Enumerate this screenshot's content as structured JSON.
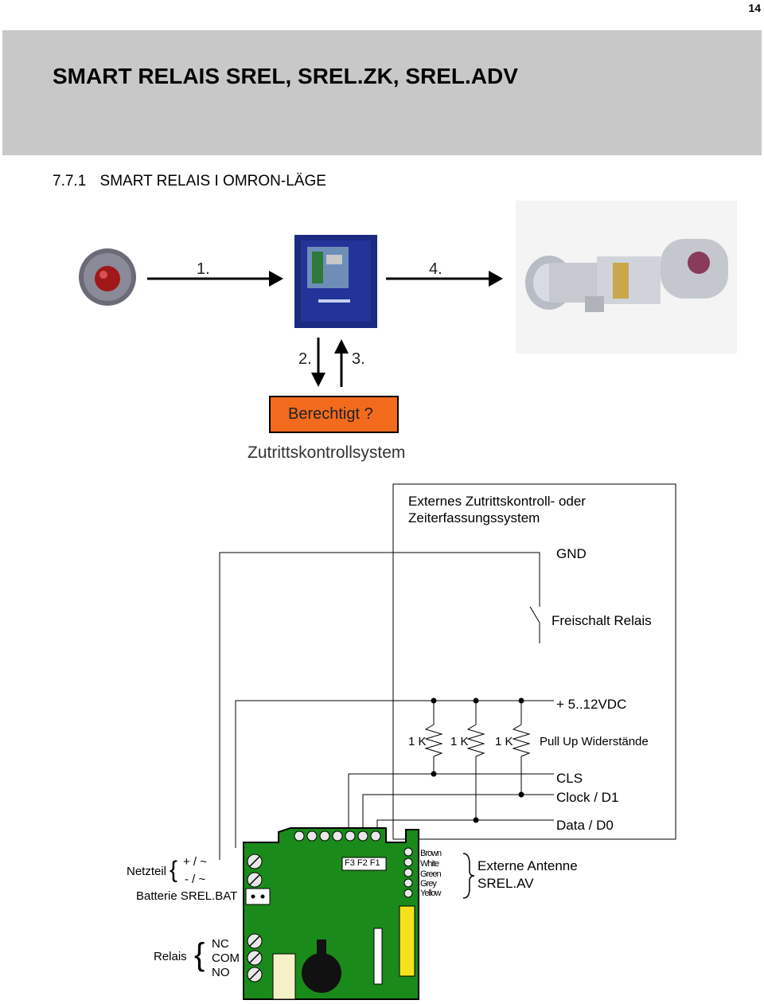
{
  "page_number": "14",
  "header": {
    "title": "SMART RELAIS SREL, SREL.ZK, SREL.ADV"
  },
  "section": {
    "number": "7.7.1",
    "title": "SMART RELAIS I OMRON-LÄGE"
  },
  "flow": {
    "steps": [
      "1.",
      "4.",
      "2.",
      "3."
    ],
    "question": "Berechtigt ?",
    "system_label": "Zutrittskontrollsystem"
  },
  "colors": {
    "board_green": "#1a8a1a",
    "berechtigt_orange": "#f26b1d",
    "header_grey": "#c8c8c8"
  },
  "external_system": {
    "title_line1": "Externes Zutrittskontroll- oder",
    "title_line2": "Zeiterfassungssystem",
    "gnd": "GND",
    "relay_switch": "Freischalt Relais",
    "supply": "+ 5..12VDC",
    "resistors": [
      "1 K",
      "1 K",
      "1 K"
    ],
    "pullup": "Pull Up Widerstände",
    "cls": "CLS",
    "clock": "Clock / D1",
    "data": "Data / D0"
  },
  "power": {
    "netzteil": "Netzteil",
    "plus": "+ / ~",
    "minus": "- / ~",
    "battery": "Batterie SREL.BAT"
  },
  "board": {
    "fuses": "F3 F2 F1",
    "wires": [
      "Brown",
      "White",
      "Green",
      "Grey",
      "Yellow"
    ]
  },
  "antenna": {
    "line1": "Externe Antenne",
    "line2": "SREL.AV"
  },
  "relais": {
    "label": "Relais",
    "contacts": [
      "NC",
      "COM",
      "NO"
    ]
  }
}
